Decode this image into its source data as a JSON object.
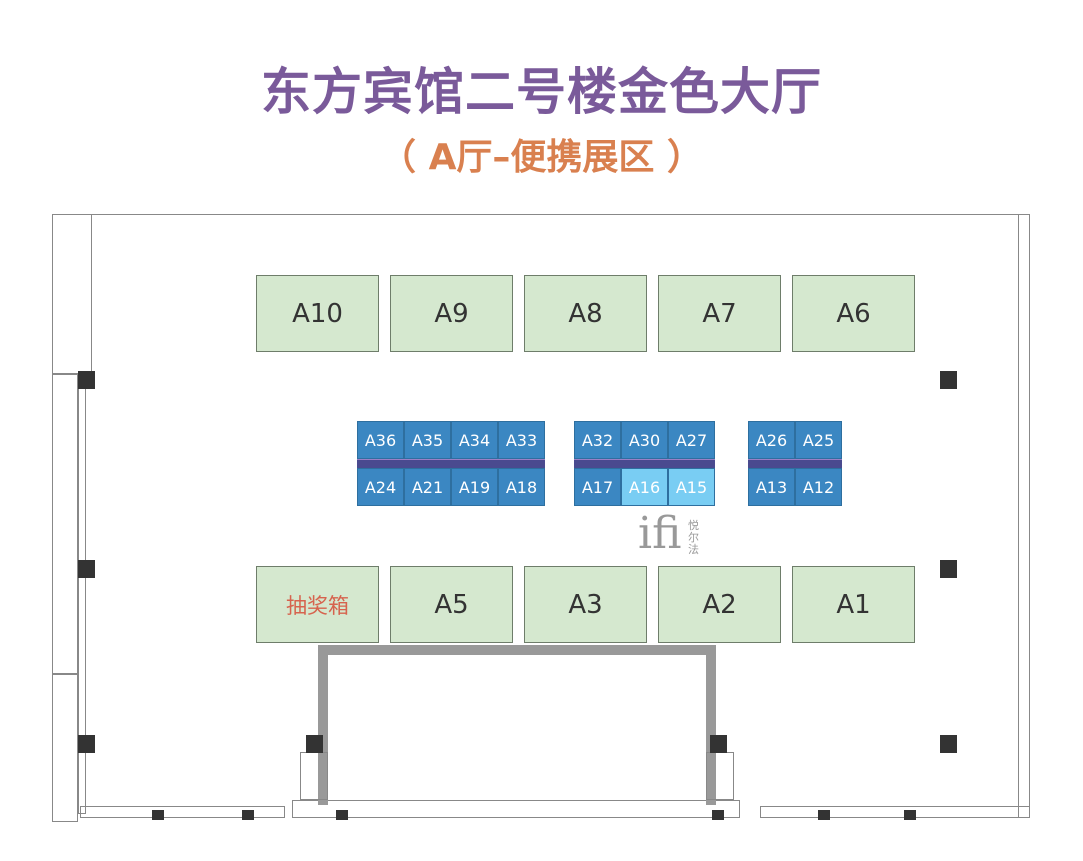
{
  "title": "东方宾馆二号楼金色大厅",
  "subtitle": "（ A厅–便携展区 ）",
  "large_booths_top": [
    "A10",
    "A9",
    "A8",
    "A7",
    "A6"
  ],
  "large_booths_bottom": [
    "抽奖箱",
    "A5",
    "A3",
    "A2",
    "A1"
  ],
  "small_booth_groups": [
    {
      "top": [
        "A36",
        "A35",
        "A34",
        "A33"
      ],
      "bottom": [
        "A24",
        "A21",
        "A19",
        "A18"
      ],
      "highlighted": []
    },
    {
      "top": [
        "A32",
        "A30",
        "A27"
      ],
      "bottom": [
        "A17",
        "A16",
        "A15"
      ],
      "highlighted": [
        "A16",
        "A15"
      ]
    },
    {
      "top": [
        "A26",
        "A25"
      ],
      "bottom": [
        "A13",
        "A12"
      ],
      "highlighted": []
    }
  ],
  "logo": {
    "mark": "ifi",
    "name": "悦尔法"
  },
  "colors": {
    "title": "#7a5a9a",
    "subtitle": "#d9804f",
    "large_booth": "#d5e8cf",
    "small_booth": "#3b87c2",
    "highlight_booth": "#79cdf3"
  }
}
